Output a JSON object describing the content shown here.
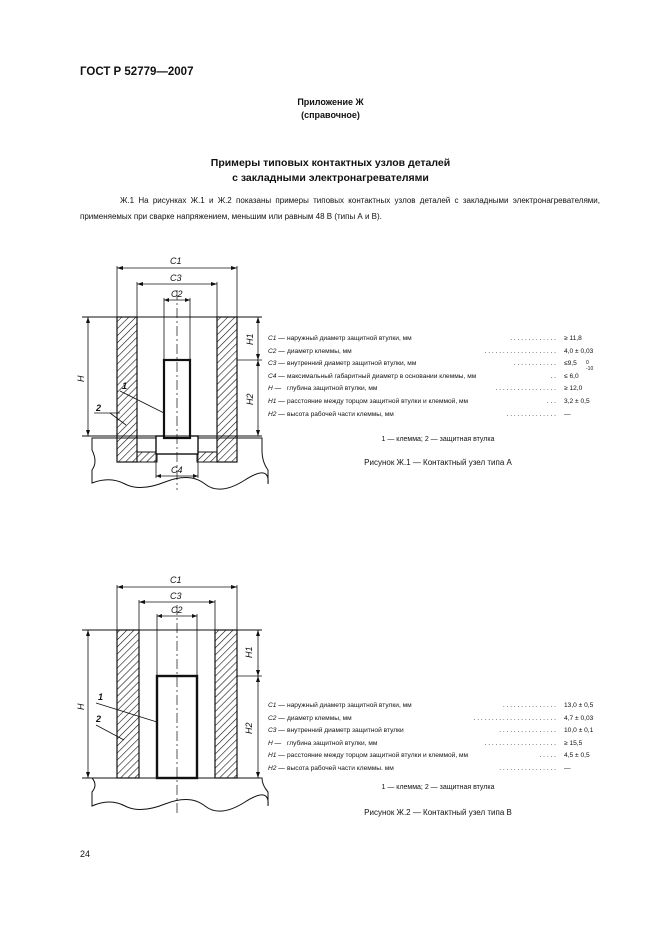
{
  "page": {
    "header": "ГОСТ Р 52779—2007",
    "annex_title": "Приложение Ж",
    "annex_type": "(справочное)",
    "section_title_1": "Примеры типовых контактных узлов деталей",
    "section_title_2": "с закладными электронагревателями",
    "intro_text": "Ж.1  На рисунках Ж.1 и Ж.2 показаны примеры типовых контактных узлов деталей с закладными электронаг­ревателями, применяемых при сварке напряжением, меньшим или равным 48 В (типы А и В).",
    "page_number": "24"
  },
  "figure1": {
    "dim_labels": {
      "c1": "C1",
      "c3": "C3",
      "c2": "C2",
      "c4": "C4",
      "h": "H",
      "h1": "H1",
      "h2": "H2",
      "n1": "1",
      "n2": "2"
    },
    "legend": [
      {
        "sym": "C1 —",
        "desc": "наружный диаметр защитной втулки, мм",
        "dots": ". . . . . . . . . . . . .",
        "val": "≥ 11,8"
      },
      {
        "sym": "C2 —",
        "desc": "диаметр клеммы, мм",
        "dots": ". . . . . . . . . . . . . . . . . . . .",
        "val": "4,0 ± 0,03"
      },
      {
        "sym": "C3 —",
        "desc": "внутренний диаметр защитной втулки, мм",
        "dots": ". . . . . . . . . . . .",
        "val": "≤9,5"
      },
      {
        "sym": "C4 —",
        "desc": "максимальный габаритный диаметр в основании клеммы, мм",
        "dots": ". .",
        "val": "≤ 6,0"
      },
      {
        "sym": "H —",
        "desc": "глубина защитной втулки, мм",
        "dots": ". . . . . . . . . . . . . . . . .",
        "val": "≥ 12,0"
      },
      {
        "sym": "H1 —",
        "desc": "расстояние между торцом защитной втулки и клеммой, мм",
        "dots": ". . .",
        "val": "3,2 ± 0,5"
      },
      {
        "sym": "H2 —",
        "desc": "высота рабочей части клеммы, мм",
        "dots": ". . . . . . . . . . . . . .",
        "val": "—"
      }
    ],
    "tol_upper": "0",
    "tol_lower": "-10",
    "note": "1 — клемма; 2 — защитная втулка",
    "caption": "Рисунок Ж.1 — Контактный узел типа А"
  },
  "figure2": {
    "dim_labels": {
      "c1": "C1",
      "c3": "C3",
      "c2": "C2",
      "h": "H",
      "h1": "H1",
      "h2": "H2",
      "n1": "1",
      "n2": "2"
    },
    "legend": [
      {
        "sym": "C1 —",
        "desc": "наружный диаметр защитной втулки, мм",
        "dots": ". . . . . . . . . . . . . . .",
        "val": "13,0 ± 0,5"
      },
      {
        "sym": "C2 —",
        "desc": "диаметр клеммы, мм",
        "dots": ". . . . . . . . . . . . . . . . . . . . . . .",
        "val": "4,7 ± 0,03"
      },
      {
        "sym": "C3 —",
        "desc": "внутренний диаметр защитной втулки",
        "dots": ". . . . . . . . . . . . . . . .",
        "val": "10,0 ± 0,1"
      },
      {
        "sym": "H —",
        "desc": "глубина защитной втулки, мм",
        "dots": ". . . . . . . . . . . . . . . . . . . .",
        "val": "≥ 15,5"
      },
      {
        "sym": "H1 —",
        "desc": "расстояние между торцом защитной втулки и клеммой, мм",
        "dots": ". . . . .",
        "val": "4,5 ± 0,5"
      },
      {
        "sym": "H2 —",
        "desc": "высота рабочей части клеммы. мм",
        "dots": ". . . . . . . . . . . . . . . .",
        "val": "—"
      }
    ],
    "note": "1 — клемма; 2 — защитная втулка",
    "caption": "Рисунок Ж.2 — Контактный узел типа В"
  }
}
